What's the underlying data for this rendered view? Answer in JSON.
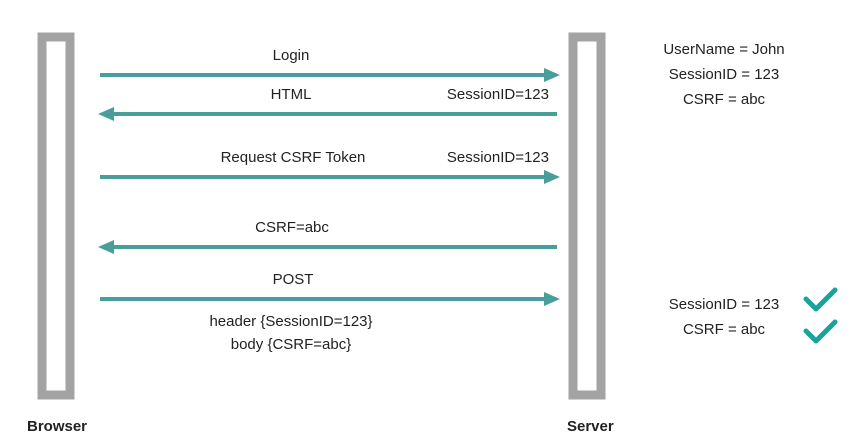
{
  "colors": {
    "lifeline": "#a3a3a3",
    "arrow": "#4a9e9a",
    "check": "#1aa39a",
    "text": "#222222"
  },
  "participants": {
    "browser": "Browser",
    "server": "Server"
  },
  "messages": {
    "login": "Login",
    "html": "HTML",
    "html_session": "SessionID=123",
    "request_csrf": "Request CSRF Token",
    "request_session": "SessionID=123",
    "csrf_reply": "CSRF=abc",
    "post": "POST",
    "post_header": "header {SessionID=123}",
    "post_body": "body {CSRF=abc}"
  },
  "server_state": {
    "username": "UserName = John",
    "session": "SessionID = 123",
    "csrf": "CSRF = abc"
  },
  "validation": {
    "session": "SessionID = 123",
    "csrf": "CSRF = abc",
    "session_icon": "check-icon",
    "csrf_icon": "check-icon"
  }
}
